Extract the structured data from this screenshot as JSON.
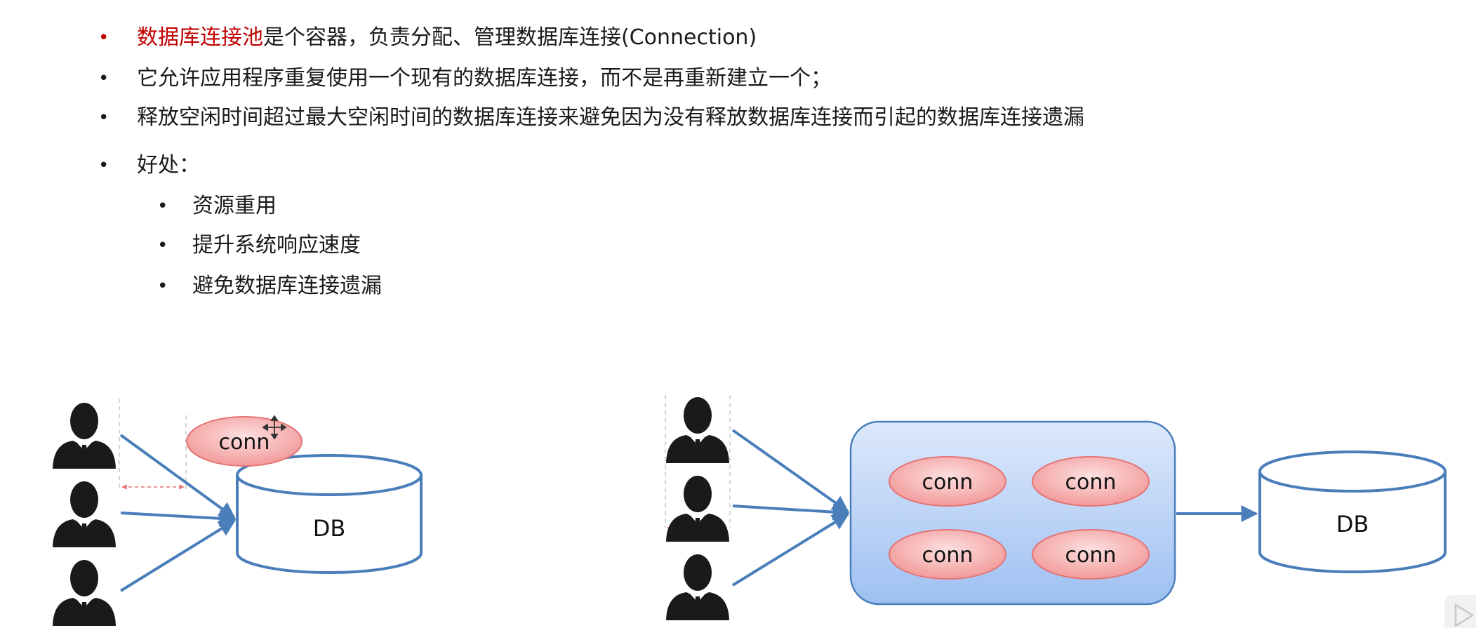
{
  "slide": {
    "bullets": [
      {
        "highlight": "数据库连接池",
        "text": "是个容器，负责分配、管理数据库连接(Connection)"
      },
      {
        "text": "它允许应用程序重复使用一个现有的数据库连接，而不是再重新建立一个；"
      },
      {
        "text": "释放空闲时间超过最大空闲时间的数据库连接来避免因为没有释放数据库连接而引起的数据库连接遗漏"
      },
      {
        "text": "好处："
      }
    ],
    "sub_bullets": [
      {
        "text": "资源重用"
      },
      {
        "text": "提升系统响应速度"
      },
      {
        "text": "避免数据库连接遗漏"
      }
    ]
  },
  "diagram_left": {
    "conn_label": "conn",
    "db_label": "DB",
    "user_count": 3
  },
  "diagram_right": {
    "conn_labels": [
      "conn",
      "conn",
      "conn",
      "conn"
    ],
    "db_label": "DB",
    "user_count": 3
  },
  "colors": {
    "highlight_red": "#c00000",
    "arrow_blue": "#4a7ebb",
    "conn_fill": "#f6b7b7",
    "pool_fill": "#b9d2f7",
    "user_black": "#1a1a1a"
  }
}
